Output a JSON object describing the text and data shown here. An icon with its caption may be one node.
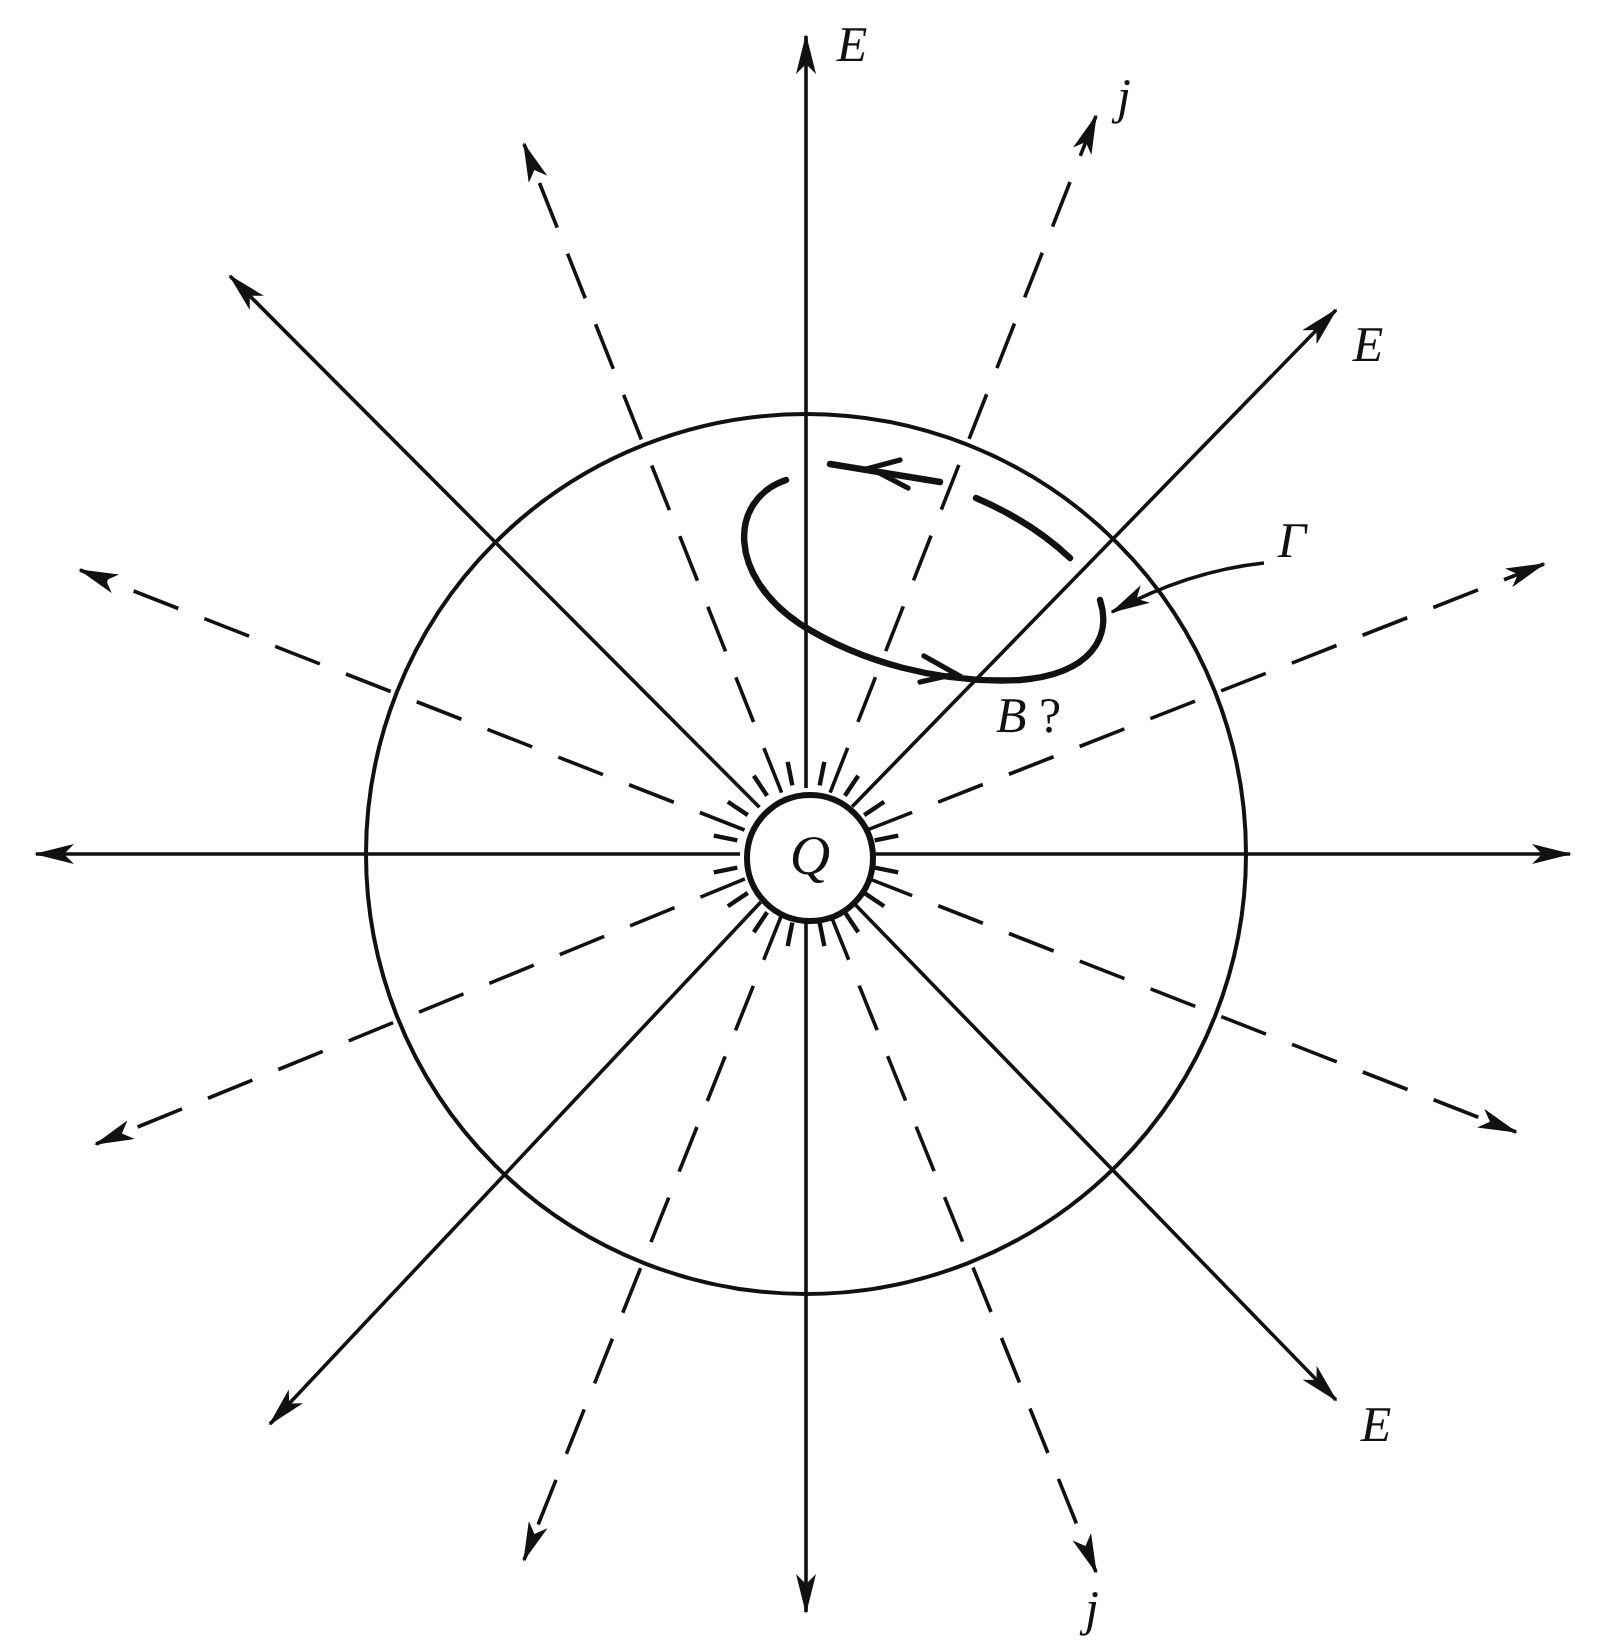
{
  "diagram": {
    "nodes": [
      {
        "text": [],
        "shape": "circle"
      },
      {
        "text": [
          "Q"
        ],
        "in": 0
      },
      {
        "text": [],
        "shape": "loop",
        "in": 0
      },
      {
        "text": [
          "Γ"
        ]
      },
      {
        "text": [
          "E"
        ]
      },
      {
        "text": [
          "j"
        ]
      },
      {
        "text": [
          "E"
        ]
      },
      {
        "text": [
          "E"
        ]
      },
      {
        "text": [
          "j"
        ]
      }
    ],
    "edges": [
      {
        "from": 1,
        "to": 4,
        "arrow": "to"
      },
      {
        "from": 1,
        "to": 5,
        "arrow": "to",
        "style": "dashed"
      },
      {
        "from": 1,
        "to": 6,
        "arrow": "to"
      },
      {
        "from": 1,
        "to": null,
        "arrow": "to",
        "style": "dashed"
      },
      {
        "from": 1,
        "to": null,
        "arrow": "to"
      },
      {
        "from": 1,
        "to": null,
        "arrow": "to",
        "style": "dashed"
      },
      {
        "from": 1,
        "to": 7,
        "arrow": "to"
      },
      {
        "from": 1,
        "to": 8,
        "arrow": "to",
        "style": "dashed"
      },
      {
        "from": 1,
        "to": null,
        "arrow": "to"
      },
      {
        "from": 1,
        "to": null,
        "arrow": "to",
        "style": "dashed"
      },
      {
        "from": 1,
        "to": null,
        "arrow": "to"
      },
      {
        "from": 1,
        "to": null,
        "arrow": "to",
        "style": "dashed"
      },
      {
        "from": 1,
        "to": null,
        "arrow": "to"
      },
      {
        "from": 1,
        "to": null,
        "arrow": "to",
        "style": "dashed"
      },
      {
        "from": 1,
        "to": null,
        "arrow": "to"
      },
      {
        "from": 1,
        "to": null,
        "arrow": "to",
        "style": "dashed"
      },
      {
        "from": 3,
        "to": 2,
        "arrow": "to"
      }
    ],
    "labels": [
      "*B* ?"
    ]
  }
}
